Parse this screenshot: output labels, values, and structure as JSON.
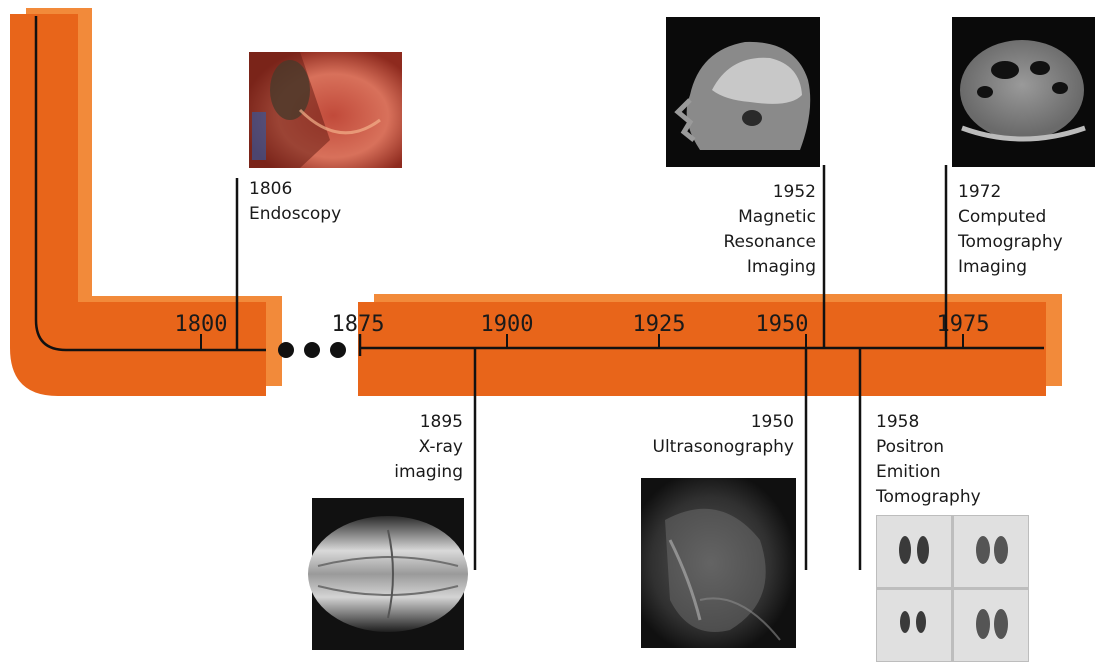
{
  "colors": {
    "band": "#e8651a",
    "band_shadow": "#f28a3a",
    "axis": "#111111"
  },
  "axis": {
    "ticks": [
      "1800",
      "1875",
      "1900",
      "1925",
      "1950",
      "1975"
    ],
    "break_marker": "dots"
  },
  "events": [
    {
      "year": "1806",
      "name_lines": [
        "Endoscopy"
      ],
      "image": "endoscopy-image"
    },
    {
      "year": "1895",
      "name_lines": [
        "X-ray",
        "imaging"
      ],
      "image": "xray-image"
    },
    {
      "year": "1950",
      "name_lines": [
        "Ultrasonography"
      ],
      "image": "ultrasound-image"
    },
    {
      "year": "1952",
      "name_lines": [
        "Magnetic",
        "Resonance",
        "Imaging"
      ],
      "image": "mri-image"
    },
    {
      "year": "1958",
      "name_lines": [
        "Positron",
        "Emition",
        "Tomography"
      ],
      "image": "pet-image"
    },
    {
      "year": "1972",
      "name_lines": [
        "Computed",
        "Tomography",
        "Imaging"
      ],
      "image": "ct-image"
    }
  ]
}
